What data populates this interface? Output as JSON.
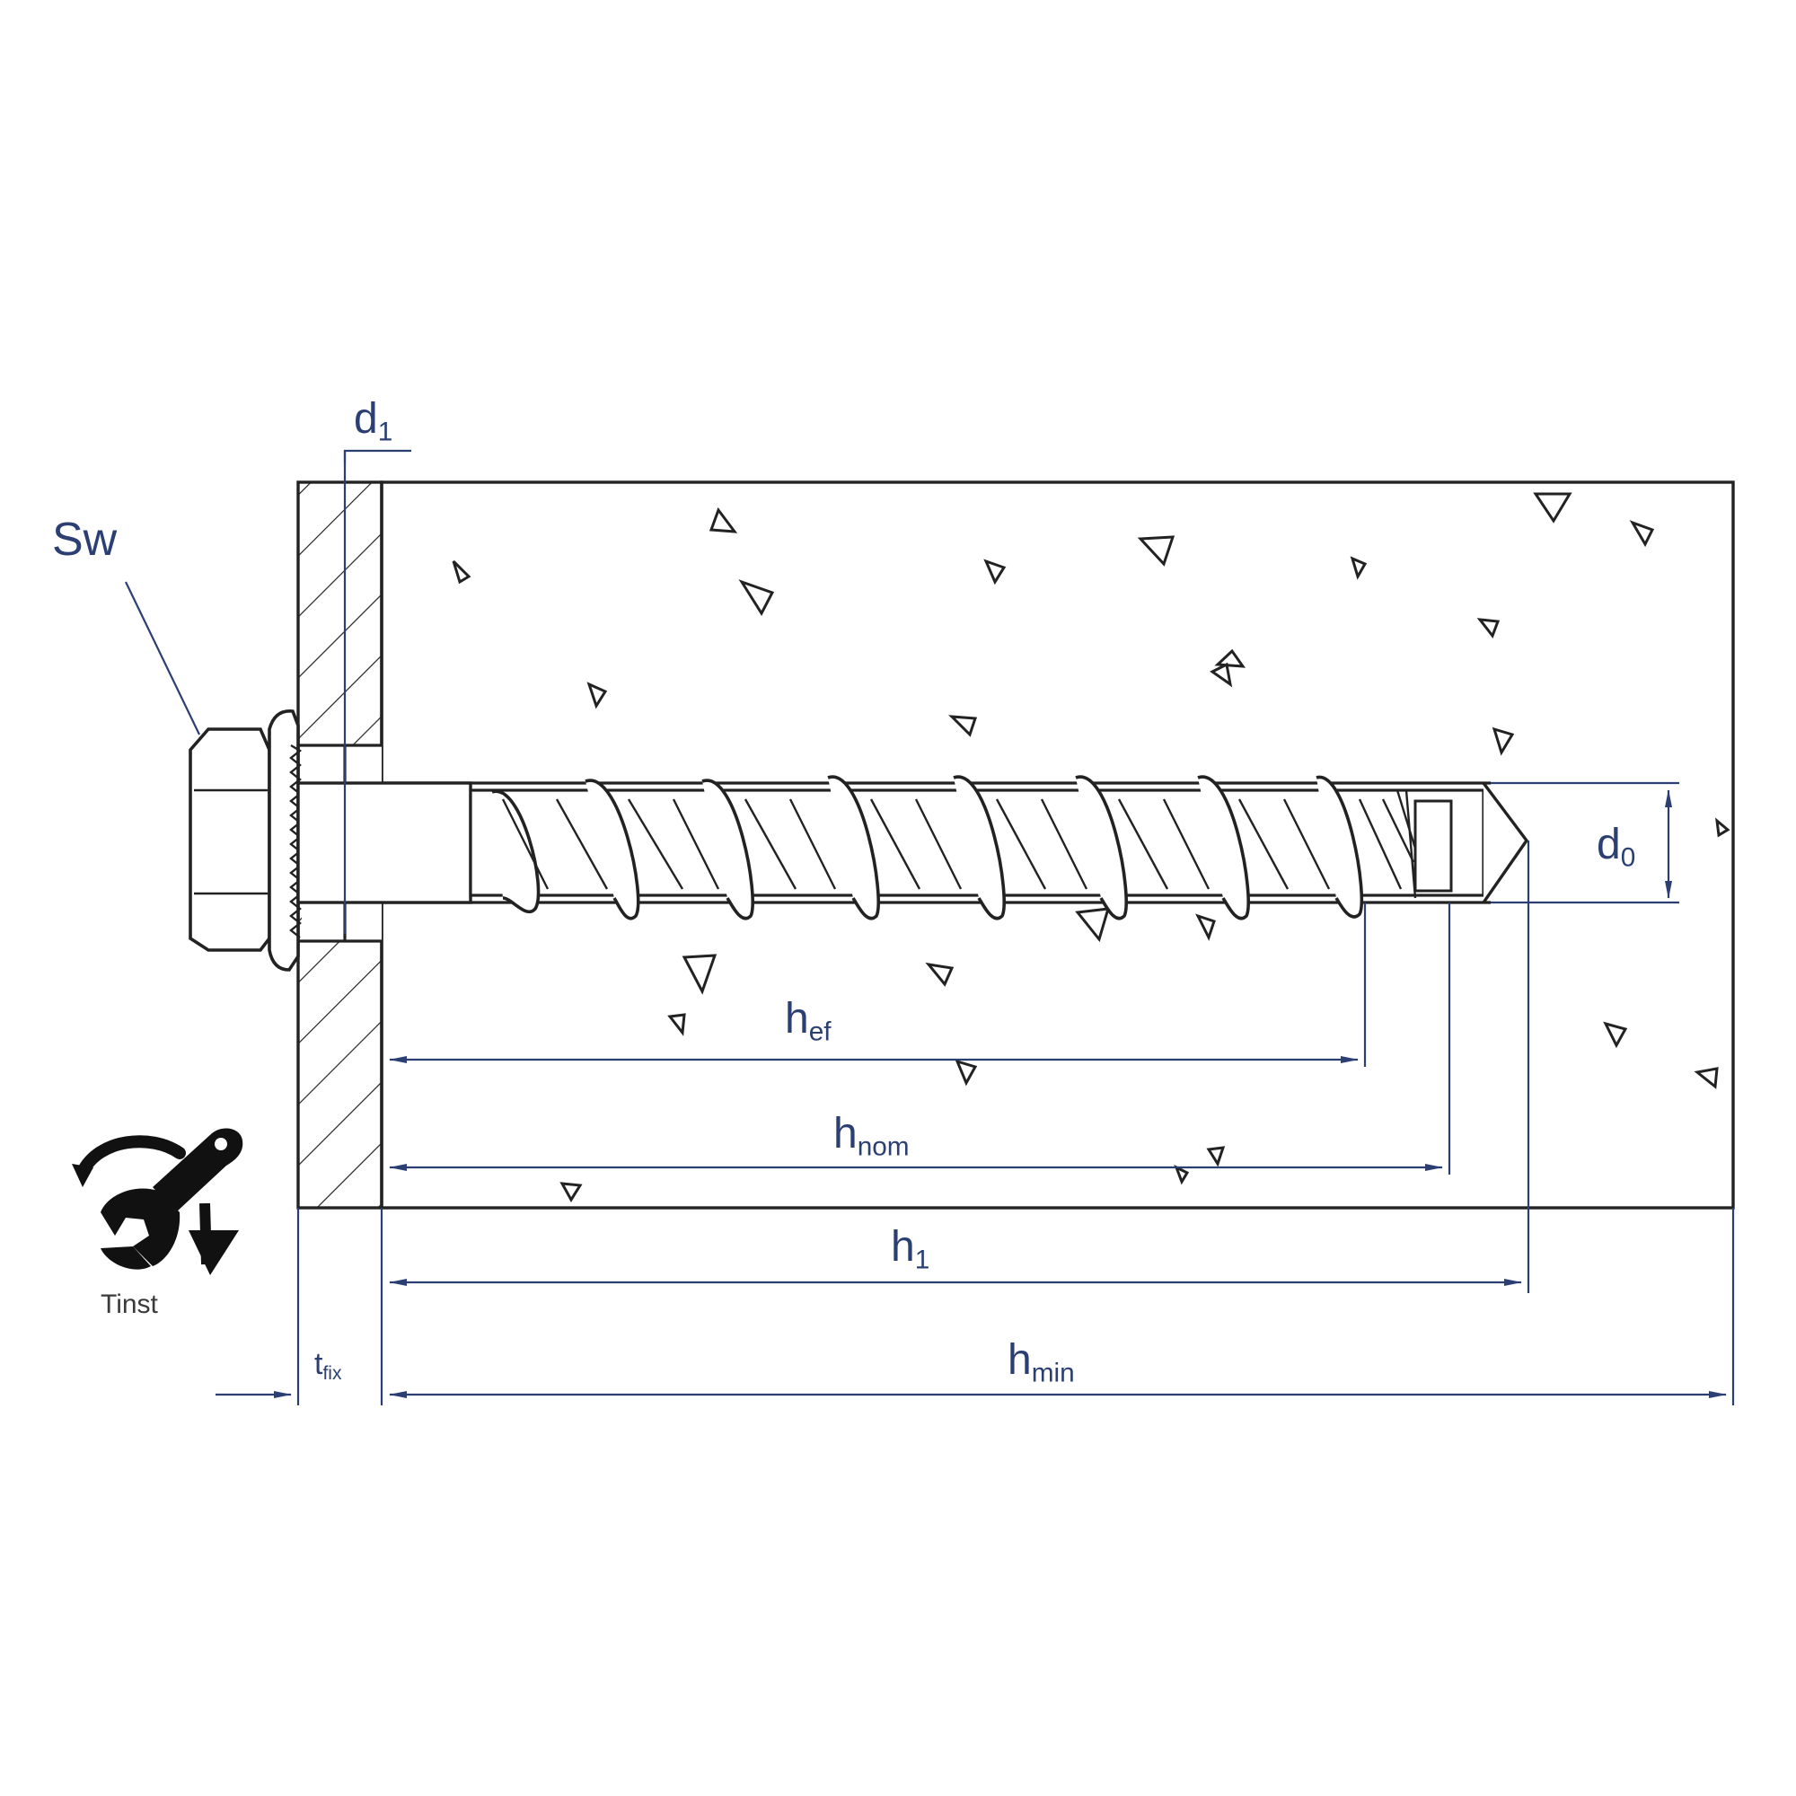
{
  "labels": {
    "sw": "Sw",
    "d1": "d1",
    "d0": "d0",
    "hef": "hef",
    "hnom": "hnom",
    "h1": "h1",
    "hmin": "hmin",
    "tfix": "tfix",
    "tinst": "Tinst"
  },
  "icons": {
    "wrench": "wrench-torque-icon"
  },
  "colors": {
    "line": "#222222",
    "dimension": "#2b3f73",
    "background": "#ffffff"
  }
}
